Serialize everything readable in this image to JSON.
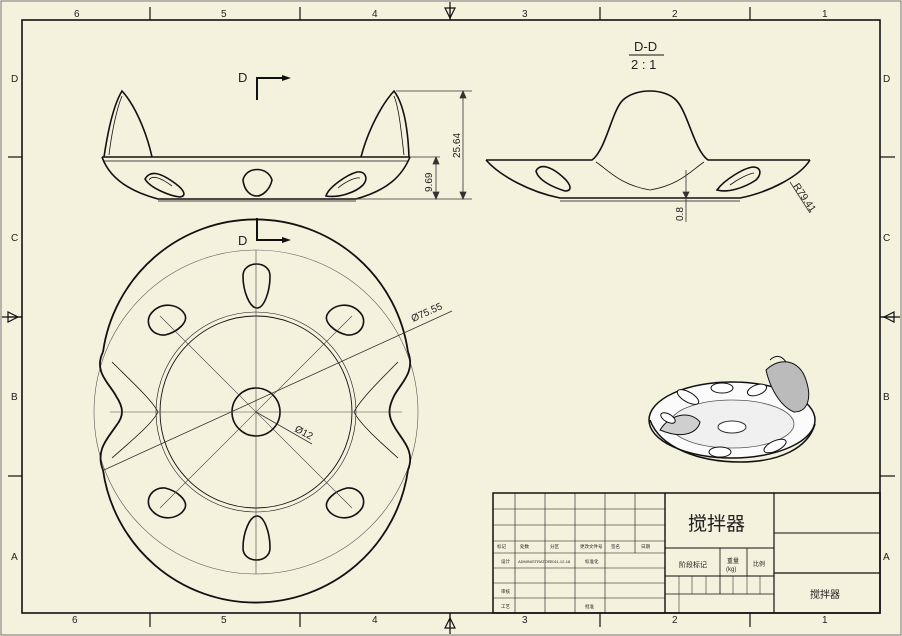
{
  "border": {
    "top_zones": [
      "6",
      "5",
      "4",
      "3",
      "2",
      "1"
    ],
    "bottom_zones": [
      "6",
      "5",
      "4",
      "3",
      "2",
      "1"
    ],
    "left_rows": [
      "D",
      "C",
      "B",
      "A"
    ],
    "right_rows": [
      "D",
      "C",
      "B",
      "A"
    ]
  },
  "section": {
    "marker": "D",
    "title": "D-D",
    "scale": "2 : 1"
  },
  "dimensions": {
    "height_total": "25.64",
    "height_rim": "9.69",
    "thickness": "0.8",
    "radius": "R79.41",
    "outer_diameter": "Ø75.55",
    "inner_diameter": "Ø12"
  },
  "title_block": {
    "part_name": "搅拌器",
    "part_name_small": "搅拌器",
    "stage_mark": "阶段标记",
    "weight": "重量",
    "weight_unit": "(kg)",
    "scale": "比例",
    "rev_headers": [
      "标记",
      "处数",
      "分区",
      "更改文件号",
      "签名",
      "日期"
    ],
    "design_label": "设计",
    "designer": "ADMINISTRATOR",
    "design_date": "2011-12-18",
    "standardize_label": "标准化",
    "review_label": "审核",
    "craft_label": "工艺",
    "approve_label": "批准"
  }
}
